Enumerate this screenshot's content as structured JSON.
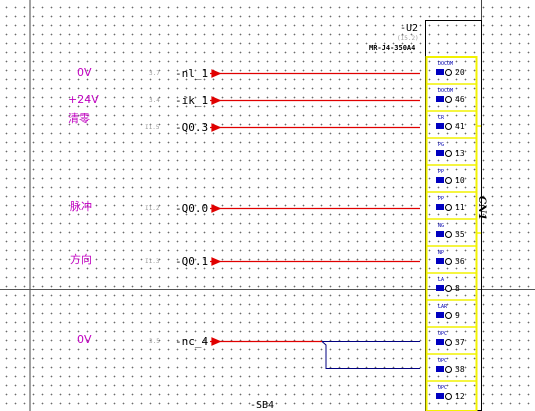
{
  "device": {
    "tag": "-U2",
    "sub": "(I5.2)",
    "model": "MR-J4-350A4",
    "connector": "CN1"
  },
  "bottom_device": {
    "tag": "-SB4"
  },
  "colors": {
    "wire": "#e00000",
    "bus": "#000080",
    "highlight": "#f2f200",
    "net_label": "#c000c0",
    "pin_marker": "#0000c0"
  },
  "wires": [
    {
      "net": "0V",
      "ref": "3.7",
      "signal": "-nl_1"
    },
    {
      "net": "+24V",
      "ref": "3.4",
      "signal": "-ik_1"
    },
    {
      "net": "清零",
      "ref": "I1.5",
      "signal": "-Q0.3"
    },
    {
      "net": "脉冲",
      "ref": "I1.2",
      "signal": "-Q0.0"
    },
    {
      "net": "方向",
      "ref": "I1.3",
      "signal": "-Q0.1"
    },
    {
      "net": "0V",
      "ref": "3.5",
      "signal": "-nc_4"
    }
  ],
  "pins": [
    {
      "label": "DOCOM",
      "number": "20"
    },
    {
      "label": "DOCOM",
      "number": "46"
    },
    {
      "label": "CR",
      "number": "41"
    },
    {
      "label": "PG",
      "number": "13"
    },
    {
      "label": "PP",
      "number": "10"
    },
    {
      "label": "PP",
      "number": "11"
    },
    {
      "label": "NG",
      "number": "35"
    },
    {
      "label": "NP",
      "number": "36"
    },
    {
      "label": "LA",
      "number": "8"
    },
    {
      "label": "LAR",
      "number": "9"
    },
    {
      "label": "OPC",
      "number": "37"
    },
    {
      "label": "OPC",
      "number": "38"
    },
    {
      "label": "OPC",
      "number": "12"
    }
  ]
}
